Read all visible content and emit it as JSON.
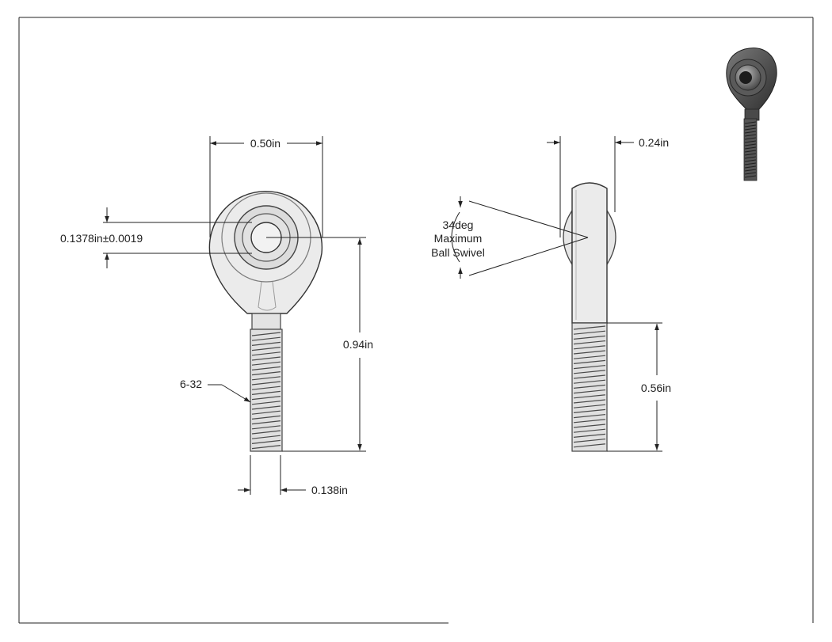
{
  "colors": {
    "paper": "#ffffff",
    "ink": "#222222",
    "part_fill": "#ebebeb",
    "part_shade": "#cfcfcf",
    "render_dark": "#3c3c3c",
    "render_mid": "#6a6a6a",
    "render_light": "#9a9a9a"
  },
  "front_view": {
    "overall_width": "0.50in",
    "bore_diameter": "0.1378in±0.0019",
    "overall_length": "0.94in",
    "thread_spec": "6-32",
    "thread_diameter": "0.138in"
  },
  "side_view": {
    "head_thickness": "0.24in",
    "swivel_line1": "34deg",
    "swivel_line2": "Maximum",
    "swivel_line3": "Ball Swivel",
    "thread_length": "0.56in"
  },
  "icons": {
    "preview": "rod-end-3d-icon"
  }
}
